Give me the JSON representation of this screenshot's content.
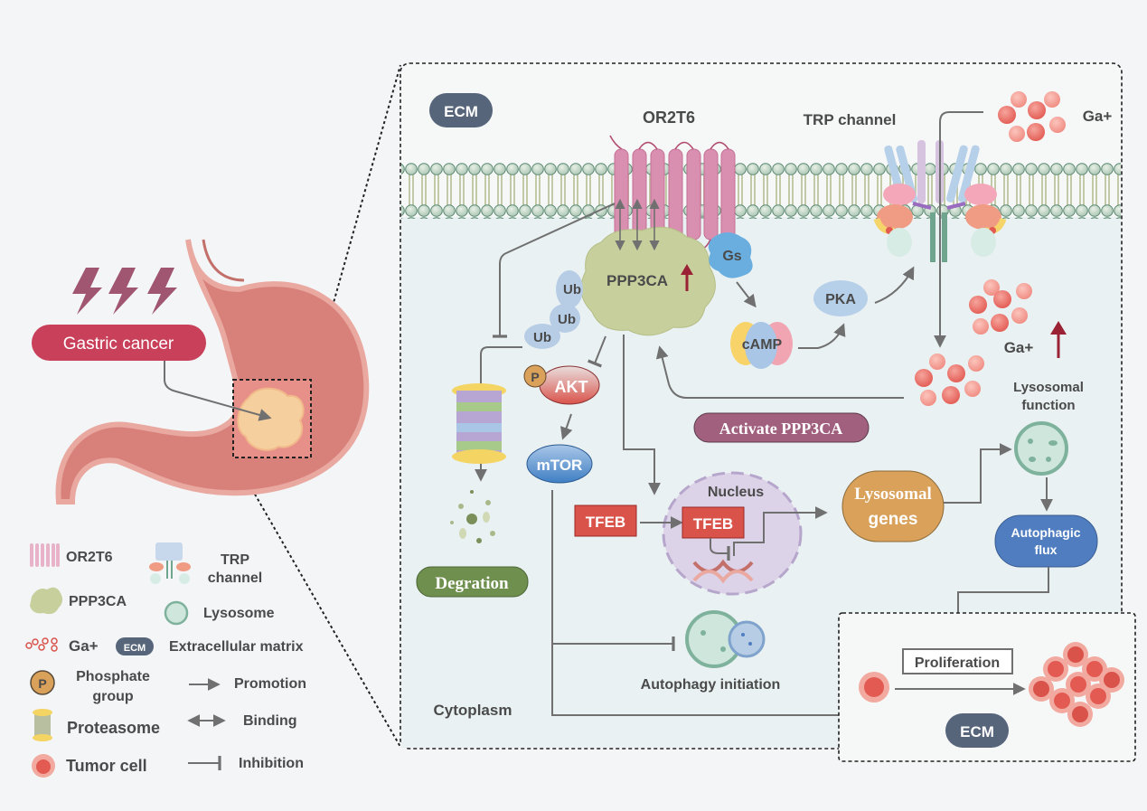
{
  "stomach": {
    "label": "Gastric cancer",
    "label_color": "#c8405a"
  },
  "main_panel": {
    "ecm_label": "ECM",
    "receptor_label": "OR2T6",
    "trp_label": "TRP channel",
    "ga_top_label": "Ga+",
    "ga_mid_label": "Ga+",
    "ppp3ca_label": "PPP3CA",
    "gs_label": "Gs",
    "camp_label": "cAMP",
    "pka_label": "PKA",
    "ub_labels": [
      "Ub",
      "Ub",
      "Ub"
    ],
    "p_label": "P",
    "akt_label": "AKT",
    "mtor_label": "mTOR",
    "activate_label": "Activate PPP3CA",
    "lysosomal_function_label": [
      "Lysosomal",
      "function"
    ],
    "degradation_label": "Degration",
    "nucleus_label": "Nucleus",
    "tfeb_cyto_label": "TFEB",
    "tfeb_nuc_label": "TFEB",
    "lysosomal_genes_label": [
      "Lysosomal",
      "genes"
    ],
    "autophagic_flux_label": [
      "Autophagic",
      "flux"
    ],
    "autophagy_initiation_label": "Autophagy initiation",
    "cytoplasm_label": "Cytoplasm",
    "proliferation_label": "Proliferation",
    "ecm_bottom_label": "ECM"
  },
  "legend": {
    "items": [
      {
        "icon": "or2t6-icon",
        "label": "OR2T6"
      },
      {
        "icon": "trp-channel-icon",
        "label": "TRP channel"
      },
      {
        "icon": "ppp3ca-icon",
        "label": "PPP3CA"
      },
      {
        "icon": "lysosome-icon",
        "label": "Lysosome"
      },
      {
        "icon": "ga-ion-icon",
        "label": "Ga+"
      },
      {
        "icon": "ecm-icon",
        "badge": "ECM",
        "label": "Extracellular matrix"
      },
      {
        "icon": "phosphate-icon",
        "badge": "P",
        "label": "Phosphate group"
      },
      {
        "icon": "promotion-arrow-icon",
        "label": "Promotion"
      },
      {
        "icon": "proteasome-icon",
        "label": "Proteasome"
      },
      {
        "icon": "binding-arrow-icon",
        "label": "Binding"
      },
      {
        "icon": "tumor-cell-icon",
        "label": "Tumor cell"
      },
      {
        "icon": "inhibition-icon",
        "label": "Inhibition"
      }
    ],
    "trp_lines": [
      "TRP",
      "channel"
    ],
    "phosphate_lines": [
      "Phosphate",
      "group"
    ]
  },
  "colors": {
    "ecm": "#56657a",
    "receptor": "#d98fb0",
    "ppp3ca": "#c7cf9c",
    "tfeb": "#d9534a",
    "nucleus": "#ddd3e8",
    "lysosomal_genes": "#d9a15a",
    "autophagic_flux": "#4f7dc0",
    "degradation": "#6f8f4e",
    "activate": "#a0607e",
    "up_arrow": "#9b2235",
    "ion": "#e9726a",
    "arrow": "#707070"
  }
}
